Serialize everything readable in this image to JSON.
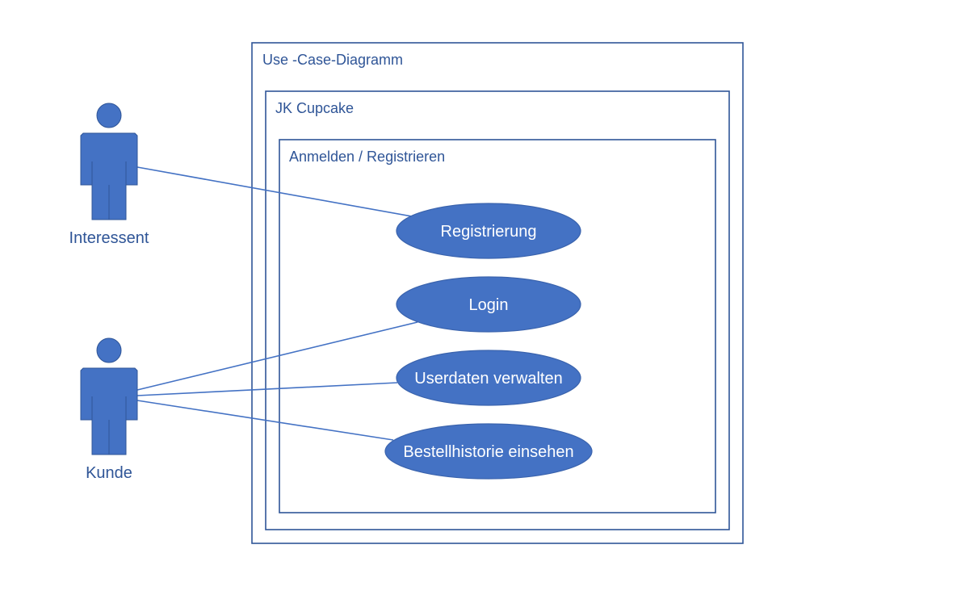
{
  "diagram": {
    "frames": {
      "outer": "Use -Case-Diagramm",
      "system": "JK Cupcake",
      "package": "Anmelden / Registrieren"
    },
    "actors": [
      {
        "id": "interessent",
        "label": "Interessent"
      },
      {
        "id": "kunde",
        "label": "Kunde"
      }
    ],
    "use_cases": [
      {
        "id": "registrierung",
        "label": "Registrierung"
      },
      {
        "id": "login",
        "label": "Login"
      },
      {
        "id": "userdaten",
        "label": "Userdaten verwalten"
      },
      {
        "id": "bestellhistorie",
        "label": "Bestellhistorie einsehen"
      }
    ],
    "associations": [
      {
        "from": "interessent",
        "to": "registrierung"
      },
      {
        "from": "kunde",
        "to": "login"
      },
      {
        "from": "kunde",
        "to": "userdaten"
      },
      {
        "from": "kunde",
        "to": "bestellhistorie"
      }
    ],
    "colors": {
      "frame": "#2f5597",
      "fill": "#4472c4",
      "text_on_fill": "#ffffff"
    }
  }
}
